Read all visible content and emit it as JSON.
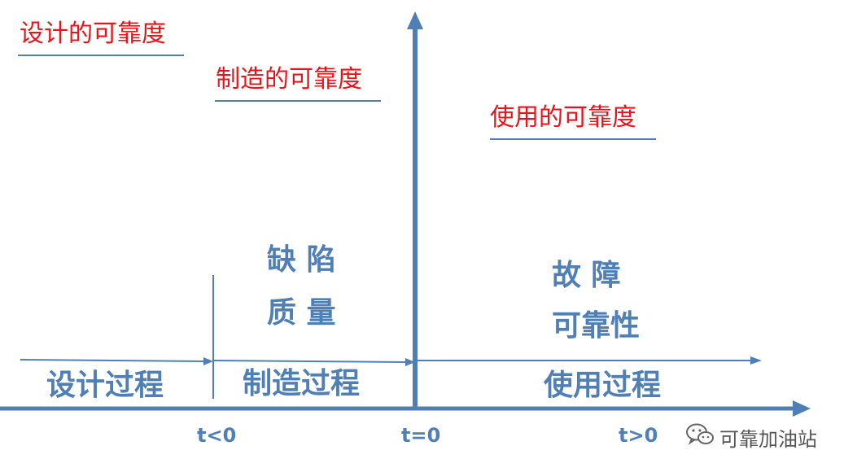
{
  "titles": {
    "design_reliability": "设计的可靠度",
    "manufacturing_reliability": "制造的可靠度",
    "usage_reliability": "使用的可靠度"
  },
  "labels": {
    "defect": "缺 陷",
    "quality": "质 量",
    "failure": "故 障",
    "reliability": "可靠性"
  },
  "processes": {
    "design": "设计过程",
    "manufacturing": "制造过程",
    "usage": "使用过程"
  },
  "ticks": {
    "t_lt_0": "t<0",
    "t_eq_0": "t=0",
    "t_gt_0": "t>0"
  },
  "watermark": {
    "text": "可靠加油站",
    "icon": "wechat-icon"
  },
  "colors": {
    "title_red": "#e8141b",
    "axis_blue": "#4f7fb4",
    "underline_blue": "#4f7fb4"
  }
}
